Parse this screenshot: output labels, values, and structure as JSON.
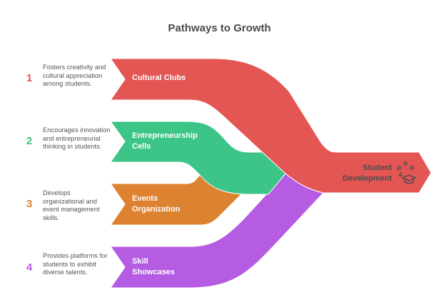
{
  "title": "Pathways to Growth",
  "pathways": [
    {
      "number": "1",
      "label_line1": "Cultural Clubs",
      "label_line2": "",
      "description": "Fosters creativity and cultural appreciation among students.",
      "color": "#e35654"
    },
    {
      "number": "2",
      "label_line1": "Entrepreneurship",
      "label_line2": "Cells",
      "description": "Encourages innovation and entrepreneurial thinking in students.",
      "color": "#3cc586"
    },
    {
      "number": "3",
      "label_line1": "Events",
      "label_line2": "Organization",
      "description": "Develops organizational and event management skills.",
      "color": "#dd8230"
    },
    {
      "number": "4",
      "label_line1": "Skill",
      "label_line2": "Showcases",
      "description": "Provides platforms for students to exhibit diverse talents.",
      "color": "#b55ce3"
    }
  ],
  "output": {
    "label_line1": "Student",
    "label_line2": "Development",
    "icon": "graduation-cap-people-icon",
    "color": "#e35654"
  }
}
